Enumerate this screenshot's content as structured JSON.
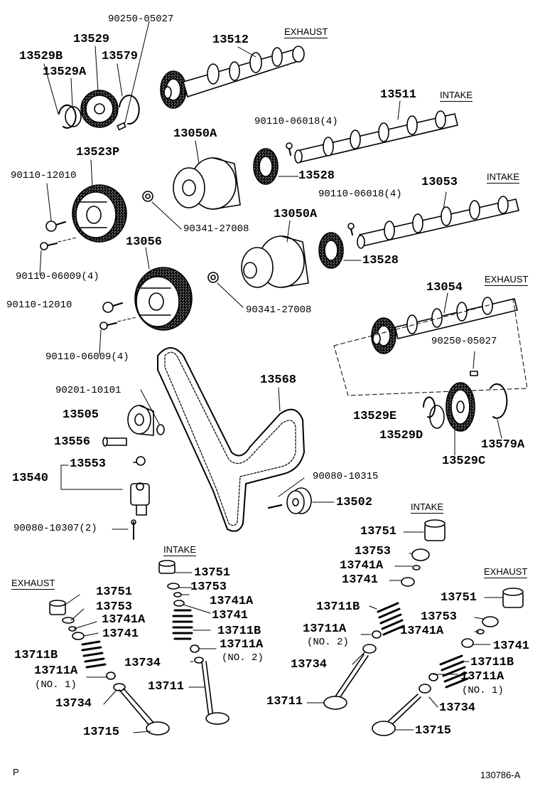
{
  "sections": {
    "exhaust_top": "EXHAUST",
    "intake_upper": "INTAKE",
    "intake_mid": "INTAKE",
    "exhaust_mid": "EXHAUST",
    "intake_valve_left": "INTAKE",
    "exhaust_valve_left": "EXHAUST",
    "intake_valve_right": "INTAKE",
    "exhaust_valve_right": "EXHAUST"
  },
  "parts": {
    "p90250_05027_a": "90250-05027",
    "p13529": "13529",
    "p13512": "13512",
    "p13529B": "13529B",
    "p13579": "13579",
    "p13529A": "13529A",
    "p13511": "13511",
    "p90110_06018_a": "90110-06018(4)",
    "p13050A_a": "13050A",
    "p13523P": "13523P",
    "p13528_a": "13528",
    "p90110_12010_a": "90110-12010",
    "p13053": "13053",
    "p90110_06018_b": "90110-06018(4)",
    "p90341_27008_a": "90341-27008",
    "p13050A_b": "13050A",
    "p13056": "13056",
    "p13528_b": "13528",
    "p90110_06009_a": "90110-06009(4)",
    "p13054": "13054",
    "p90110_12010_b": "90110-12010",
    "p90341_27008_b": "90341-27008",
    "p90110_06009_b": "90110-06009(4)",
    "p90250_05027_b": "90250-05027",
    "p13568": "13568",
    "p90201_10101": "90201-10101",
    "p13505": "13505",
    "p13529E": "13529E",
    "p13556": "13556",
    "p13529D": "13529D",
    "p13579A": "13579A",
    "p13529C": "13529C",
    "p13553": "13553",
    "p13540": "13540",
    "p90080_10315": "90080-10315",
    "p13502": "13502",
    "p90080_10307": "90080-10307(2)",
    "r13751": "13751",
    "r13753": "13753",
    "r13741A": "13741A",
    "r13741": "13741",
    "r13711B": "13711B",
    "r13711A": "13711A",
    "r_no2": "(NO. 2)",
    "r13734": "13734",
    "r13711": "13711",
    "c13751": "13751",
    "c13753": "13753",
    "c13741A": "13741A",
    "c13741": "13741",
    "c13711B": "13711B",
    "c13711A": "13711A",
    "c_no2": "(NO. 2)",
    "c13734": "13734",
    "c13711": "13711",
    "l13751": "13751",
    "l13753": "13753",
    "l13741A": "13741A",
    "l13741": "13741",
    "l13711B": "13711B",
    "l13711A": "13711A",
    "l_no1": "(NO. 1)",
    "l13734": "13734",
    "l13715": "13715",
    "e13751": "13751",
    "e13753": "13753",
    "e13741A": "13741A",
    "e13741": "13741",
    "e13711B": "13711B",
    "e13711A": "13711A",
    "e_no1": "(NO. 1)",
    "e13734": "13734",
    "e13715": "13715"
  },
  "footer": {
    "left_mark": "P",
    "figure_code": "130786-A"
  }
}
